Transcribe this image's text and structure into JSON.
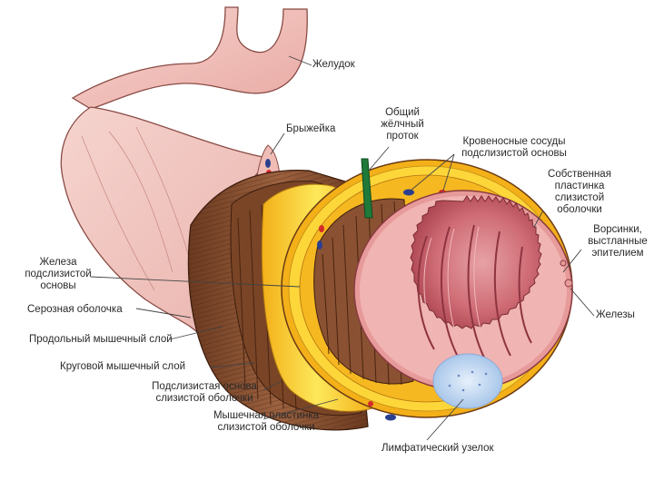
{
  "labels": {
    "stomach": "Желудок",
    "mesentery": "Брыжейка",
    "bile_duct": [
      "Общий",
      "жёлчный",
      "проток"
    ],
    "blood_vessels": [
      "Кровеносные сосуды",
      "подслизистой основы"
    ],
    "lamina_propria": [
      "Собственная",
      "пластинка",
      "слизистой",
      "оболочки"
    ],
    "villi": [
      "Ворсинки,",
      "выстланные",
      "эпителием"
    ],
    "submucosal_gland": [
      "Железа",
      "подслизистой",
      "основы"
    ],
    "serosa": "Серозная оболочка",
    "longitudinal_muscle": "Продольный мышечный слой",
    "circular_muscle": "Круговой мышечный слой",
    "submucosa": [
      "Подслизистая основа",
      "слизистой оболочки"
    ],
    "muscularis_mucosae": [
      "Мышечная пластинка",
      "слизистой оболочки"
    ],
    "glands": "Железы",
    "lymph_node": "Лимфатический узелок"
  },
  "colors": {
    "stomach": "#f2c2bd",
    "serosa": "#f4c6c0",
    "muscle": "#8a5232",
    "muscle_dark": "#5a3018",
    "submucosa": "#f2b21a",
    "submucosa_light": "#fbe24a",
    "mucosa": "#e79a9a",
    "lumen": "#c9606a",
    "bile_duct": "#1f7a3a",
    "vessel": "#2b3f8f",
    "gland": "#d62a2a",
    "lymph": "#b9d3f0"
  }
}
